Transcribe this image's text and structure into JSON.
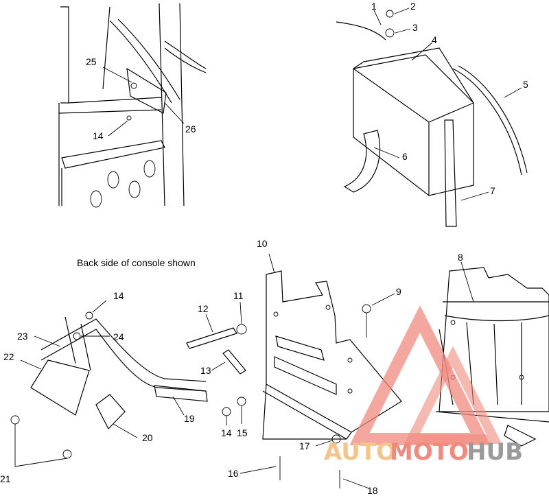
{
  "caption": "Back side of console shown",
  "callouts": [
    "1",
    "2",
    "3",
    "4",
    "5",
    "6",
    "7",
    "8",
    "9",
    "10",
    "11",
    "12",
    "13",
    "14",
    "15",
    "16",
    "17",
    "18",
    "19",
    "20",
    "21",
    "22",
    "23",
    "24",
    "25",
    "26"
  ],
  "callouts_dup": {
    "fourteen_b": "14",
    "fourteen_c": "14",
    "fourteen_a": "14"
  },
  "watermark": {
    "auto": "AUTO",
    "moto": "MOTO",
    "hub": "HUB",
    "accent_color": "#f08a7e",
    "moto_color": "#f4c48a",
    "hub_color": "#9a9a9a"
  }
}
